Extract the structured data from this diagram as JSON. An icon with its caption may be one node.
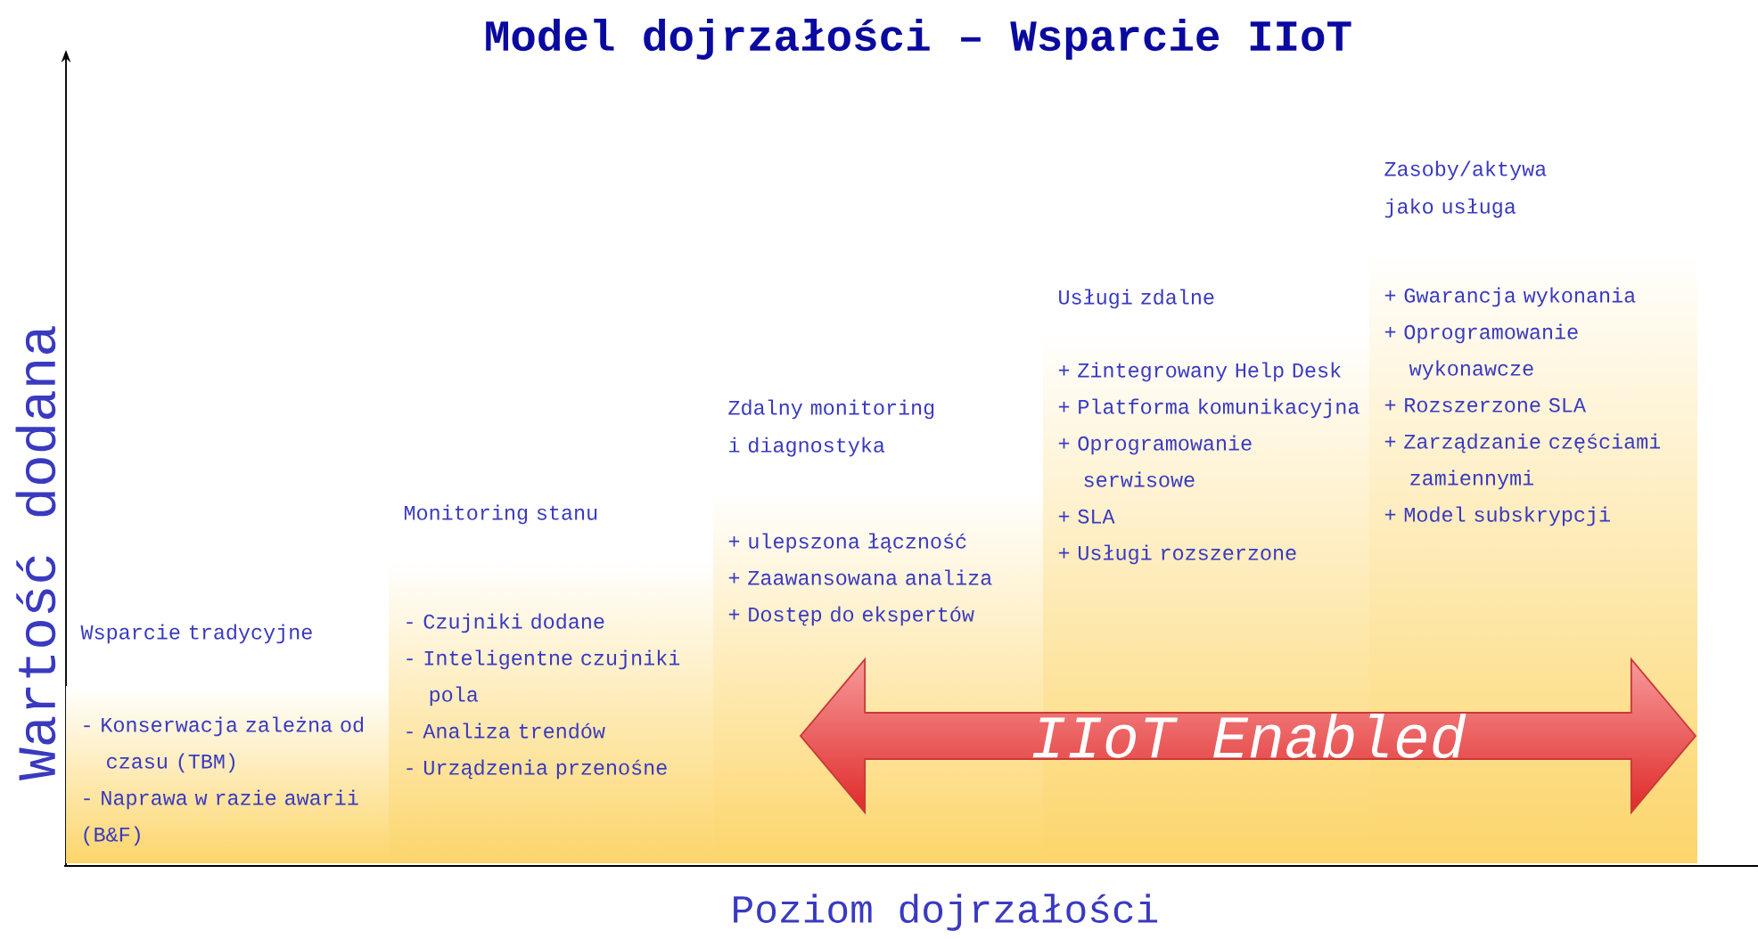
{
  "diagram": {
    "title": "Model dojrzałości – Wsparcie IIoT",
    "nodes": [
      {
        "text": [
          "Wsparcie tradycyjne",
          "- Konserwacja zależna od czasu (TBM)",
          "- Naprawa w razie awarii (B&F)"
        ]
      },
      {
        "text": [
          "Monitoring stanu",
          "- Czujniki dodane",
          "- Inteligentne czujniki pola",
          "- Analiza trendów",
          "- Urządzenia przenośne"
        ]
      },
      {
        "text": [
          "Zdalny monitoring i diagnostyka",
          "+ ulepszona łączność",
          "+ Zaawansowana analiza",
          "+ Dostęp do ekspertów"
        ]
      },
      {
        "text": [
          "Usługi zdalne",
          "+ Zintegrowany Help Desk",
          "+ Platforma komunikacyjna",
          "+ Oprogramowanie serwisowe",
          "+ SLA",
          "+ Usługi rozszerzone"
        ]
      },
      {
        "text": [
          "Zasoby/aktywa jako usługa",
          "+ Gwarancja wykonania",
          "+ Oprogramowanie wykonawcze",
          "+ Rozszerzone SLA",
          "+ Zarządzanie częściami zamiennymi",
          "+ Model subskrypcji"
        ]
      },
      {
        "text": [
          "IIoT Enabled"
        ]
      }
    ],
    "labels": [
      "Wartość dodana",
      "Poziom dojrzałości"
    ]
  }
}
